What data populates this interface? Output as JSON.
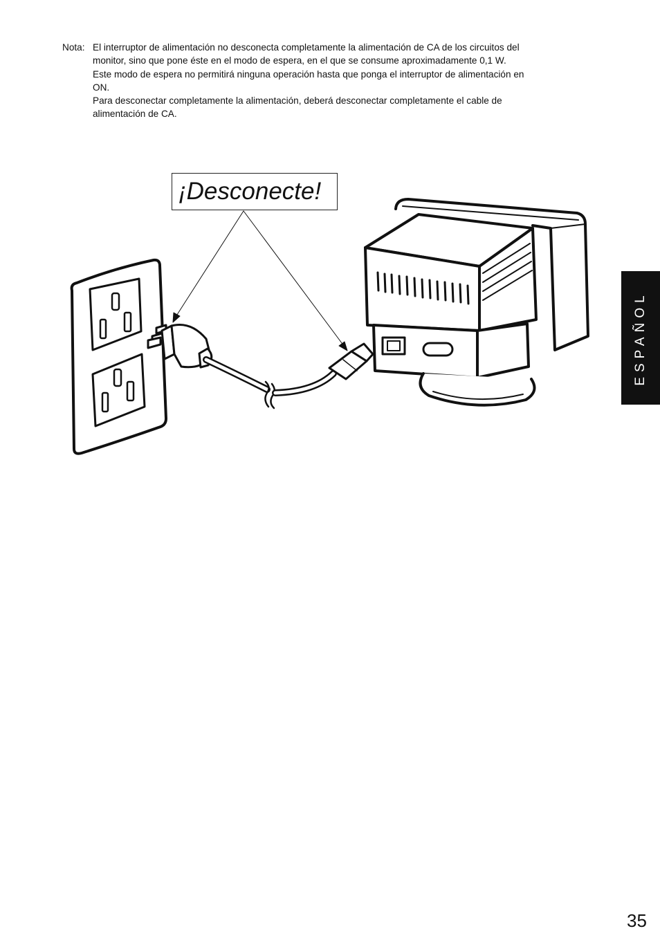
{
  "note": {
    "label": "Nota:",
    "lines": [
      "El interruptor de alimentación no desconecta completamente la alimentación de CA de los circuitos del",
      "monitor, sino que pone éste en el modo de espera, en el que se consume aproximadamente 0,1 W.",
      "Este modo de espera no permitirá ninguna operación hasta que ponga el interruptor de alimentación en",
      "ON.",
      "Para desconectar completamente la alimentación, deberá desconectar completamente el cable de",
      "alimentación de CA."
    ]
  },
  "figure": {
    "callout": "¡Desconecte!",
    "icons": [
      "wall-outlet-icon",
      "power-plug-icon",
      "power-cable-icon",
      "monitor-rear-icon"
    ]
  },
  "side_tab": {
    "label": "ESPAÑOL",
    "background": "#111111",
    "color": "#ffffff"
  },
  "page_number": "35"
}
